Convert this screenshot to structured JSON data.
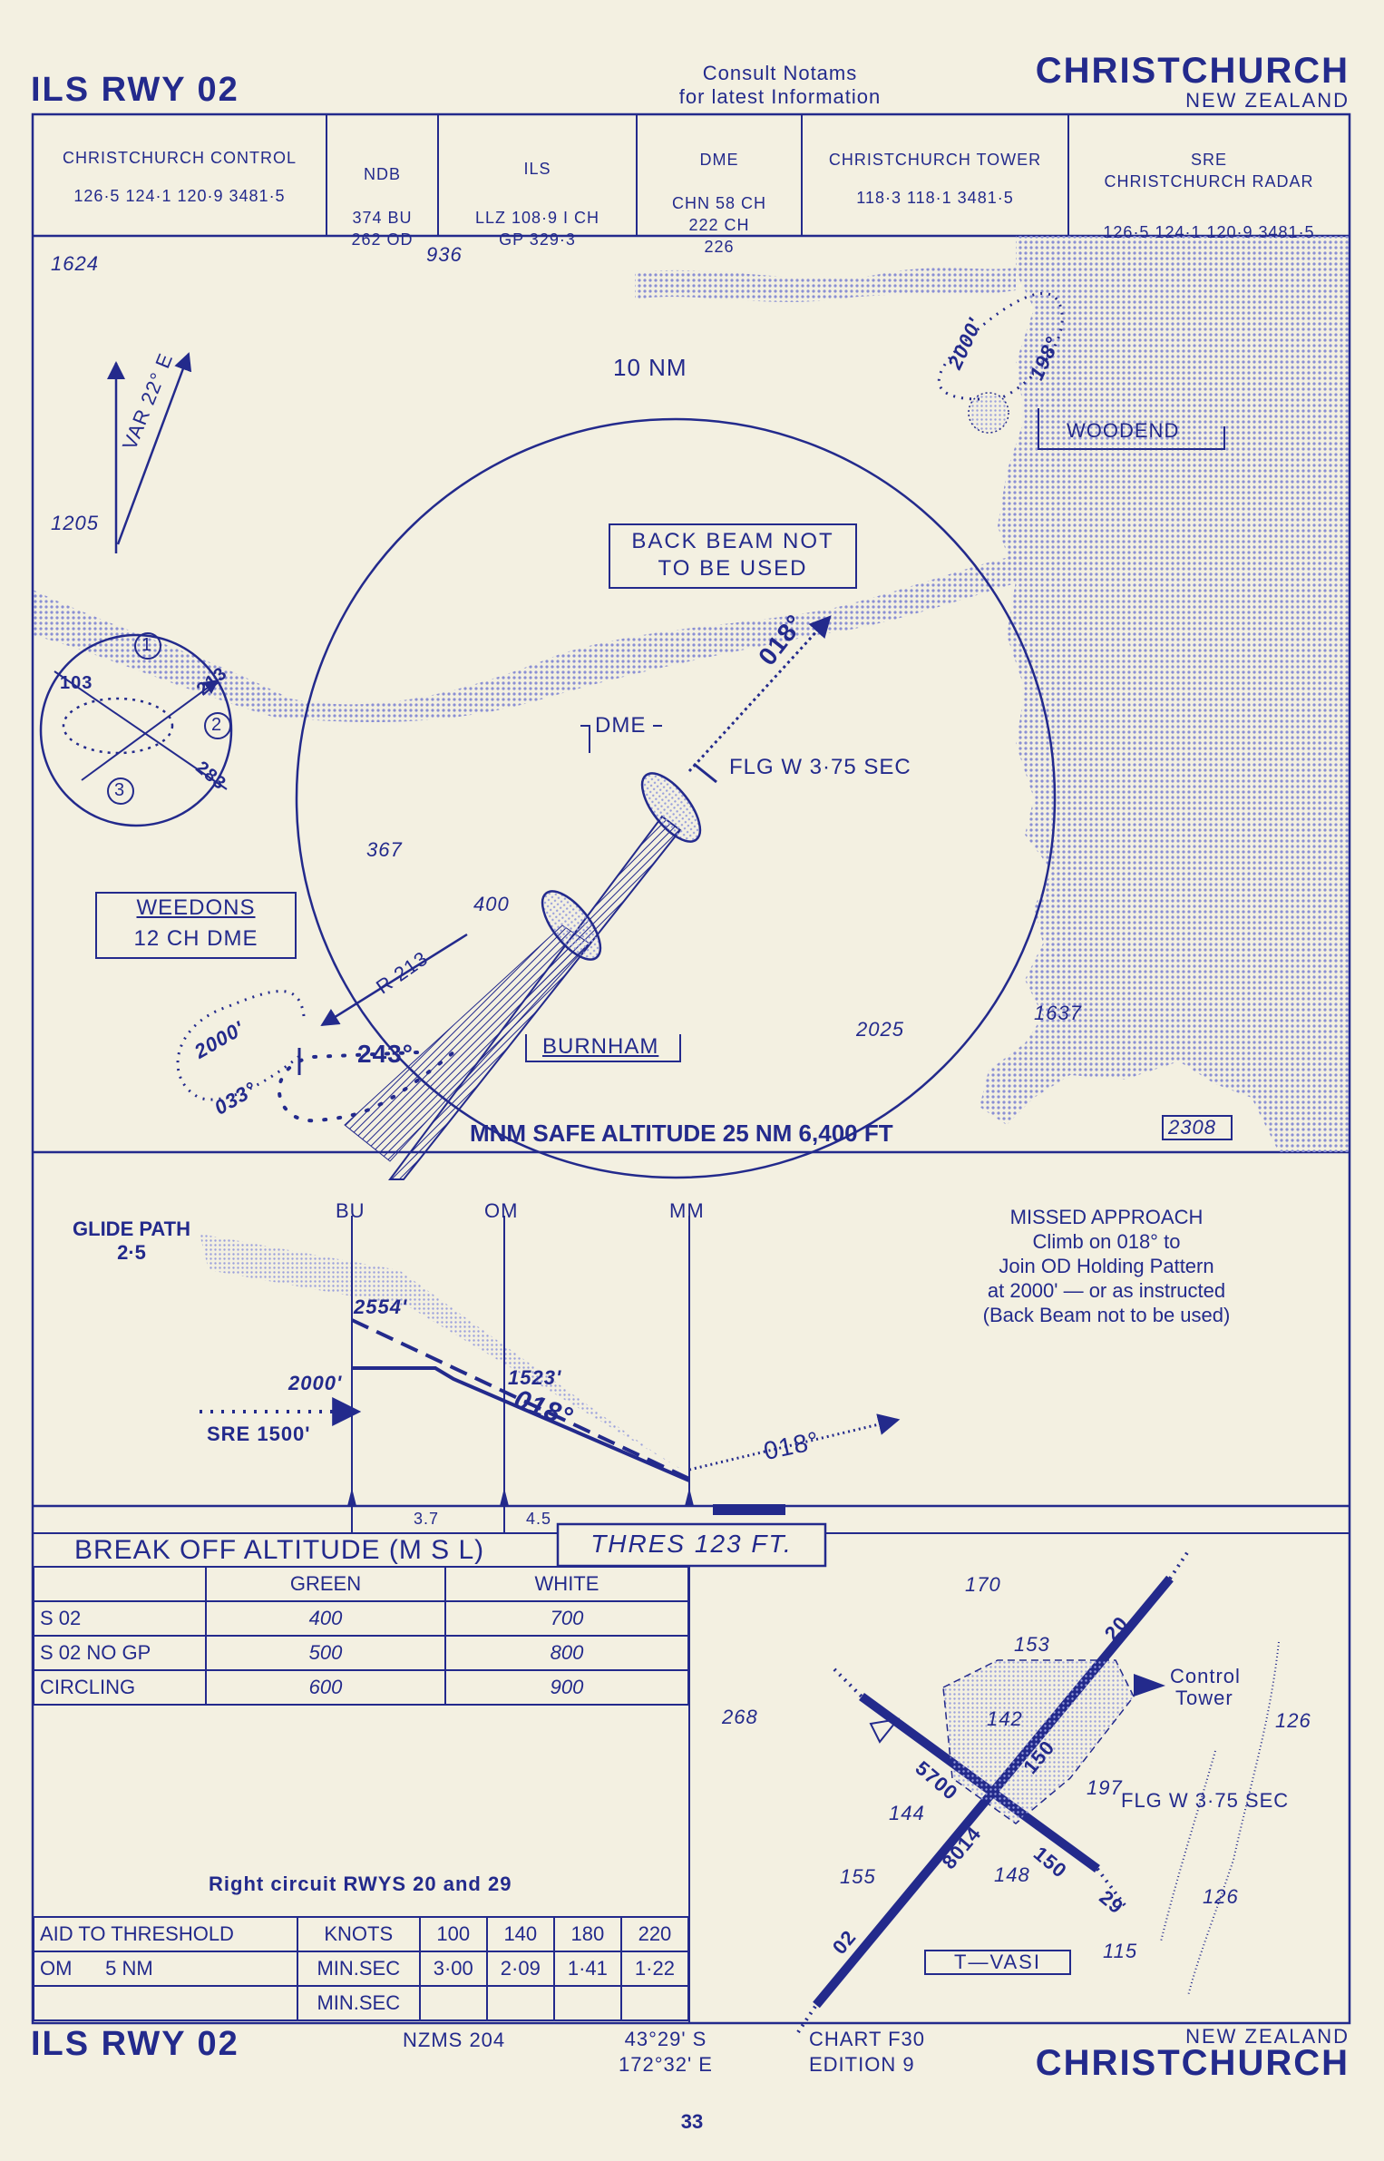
{
  "header": {
    "procedure": "ILS RWY 02",
    "notams_line1": "Consult Notams",
    "notams_line2": "for latest Information",
    "airport": "CHRISTCHURCH",
    "country": "NEW ZEALAND"
  },
  "comms": [
    {
      "title": "CHRISTCHURCH CONTROL",
      "freqs": "126·5  124·1  120·9  3481·5"
    },
    {
      "title": "NDB",
      "freqs": "374  BU\n262  OD"
    },
    {
      "title": "ILS",
      "freqs": "LLZ  108·9  I CH\nGP  329·3"
    },
    {
      "title": "DME",
      "freqs": "CHN  58  CH\n222        CH\n226"
    },
    {
      "title": "CHRISTCHURCH TOWER",
      "freqs": "118·3     118·1     3481·5"
    },
    {
      "title": "SRE\nCHRISTCHURCH RADAR",
      "freqs": "126·5  124·1  120·9  3481·5"
    }
  ],
  "plan": {
    "spot_1624": "1624",
    "spot_936": "936",
    "spot_1205": "1205",
    "spot_367": "367",
    "spot_400": "400",
    "spot_2025": "2025",
    "spot_1637": "1637",
    "spot_2308": "2308",
    "var": "VAR 22° E",
    "ring": "10 NM",
    "back_beam_1": "BACK  BEAM  NOT",
    "back_beam_2": "TO BE USED",
    "course_018": "018°",
    "dme": "DME",
    "flg": "FLG  W  3·75  SEC",
    "weedons_1": "WEEDONS",
    "weedons_2": "12 CH DME",
    "r213": "R 213",
    "hold_2000": "2000'",
    "hold_033": "033°",
    "hold_243": "243°",
    "burnham": "BURNHAM",
    "msa": "MNM SAFE ALTITUDE 25 NM  6,400 FT",
    "woodend": "WOODEND",
    "woodend_2000": "2000'",
    "woodend_198": "198°",
    "entry_103": "103",
    "entry_213": "213",
    "entry_283": "283",
    "entry_1": "1",
    "entry_2": "2",
    "entry_3": "3"
  },
  "profile": {
    "gp_label_1": "GLIDE PATH",
    "gp_label_2": "2·5",
    "fix_bu": "BU",
    "fix_om": "OM",
    "fix_mm": "MM",
    "alt_2554": "2554'",
    "alt_2000": "2000'",
    "alt_1523": "1523'",
    "course_018": "018°",
    "missed_course": "018°",
    "sre_1500": "SRE 1500'",
    "dist_37": "3.7",
    "dist_45": "4.5",
    "missed_title": "MISSED  APPROACH",
    "missed_l1": "Climb on 018° to",
    "missed_l2": "Join OD Holding Pattern",
    "missed_l3": "at 2000' — or as instructed",
    "missed_l4": "(Back Beam not to be used)"
  },
  "minima": {
    "title": "BREAK OFF ALTITUDE (M S L)",
    "thres": "THRES  123   FT.",
    "col_green": "GREEN",
    "col_white": "WHITE",
    "rows": [
      {
        "label": "S 02",
        "green": "400",
        "white": "700"
      },
      {
        "label": "S 02 NO GP",
        "green": "500",
        "white": "800"
      },
      {
        "label": "CIRCLING",
        "green": "600",
        "white": "900"
      }
    ],
    "circuit_note": "Right circuit RWYS 20 and 29"
  },
  "timing": {
    "h_aid": "AID TO THRESHOLD",
    "h_knots": "KNOTS",
    "speeds": [
      "100",
      "140",
      "180",
      "220"
    ],
    "row1_label": "OM      5 NM",
    "row1_unit": "MIN.SEC",
    "row1_times": [
      "3·00",
      "2·09",
      "1·41",
      "1·22"
    ],
    "row2_unit": "MIN.SEC"
  },
  "aerodrome": {
    "spot_170": "170",
    "spot_153": "153",
    "spot_268": "268",
    "spot_142": "142",
    "spot_144": "144",
    "spot_155": "155",
    "spot_148": "148",
    "spot_197": "197",
    "spot_126a": "126",
    "spot_126b": "126",
    "spot_115": "115",
    "rwy_5700": "5700",
    "rwy_8014": "8014",
    "rwy_150a": "150",
    "rwy_150b": "150",
    "rwy_02": "02",
    "rwy_20": "20",
    "rwy_29": "29",
    "tower_1": "Control",
    "tower_2": "Tower",
    "flg": "FLG  W  3·75  SEC",
    "tvasi": "T—VASI"
  },
  "footer": {
    "procedure": "ILS RWY 02",
    "nzms": "NZMS 204",
    "lat": "43°29' S",
    "lon": "172°32' E",
    "chart": "CHART  F30",
    "edition": "EDITION  9",
    "country": "NEW ZEALAND",
    "airport": "CHRISTCHURCH",
    "page": "33"
  }
}
